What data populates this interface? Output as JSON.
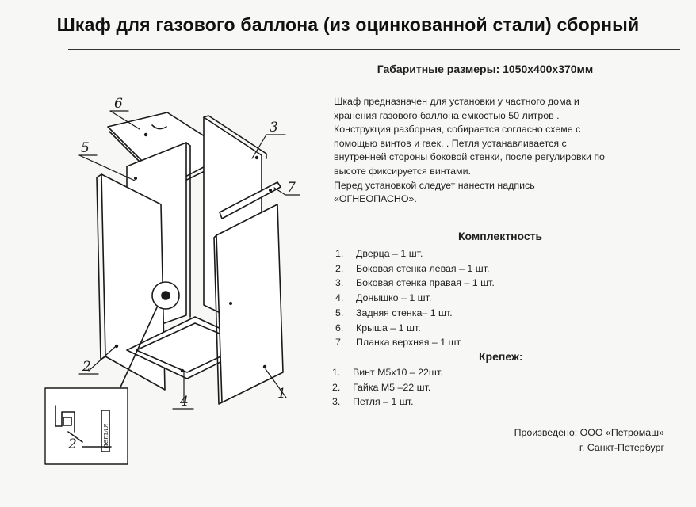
{
  "title": "Шкаф для газового баллона (из оцинкованной стали) сборный",
  "dimensions": "Габаритные размеры: 1050х400х370мм",
  "description_lines": [
    "Шкаф предназначен для установки у частного дома и",
    "хранения  газового баллона емкостью 50 литров .",
    "Конструкция разборная, собирается согласно схеме с",
    "помощью винтов и гаек. . Петля устанавливается с",
    "внутренней стороны боковой стенки, после регулировки по",
    "высоте фиксируется винтами.",
    "Перед  установкой следует нанести надпись",
    "«ОГНЕОПАСНО»."
  ],
  "kit": {
    "title": "Комплектность",
    "items": [
      {
        "num": "1.",
        "text": "Дверца – 1 шт."
      },
      {
        "num": "2.",
        "text": "Боковая стенка  левая – 1 шт."
      },
      {
        "num": "3.",
        "text": "Боковая стенка правая – 1 шт."
      },
      {
        "num": "4.",
        "text": "Донышко – 1 шт."
      },
      {
        "num": "5.",
        "text": "Задняя стенка– 1 шт."
      },
      {
        "num": "6.",
        "text": "Крыша – 1 шт."
      },
      {
        "num": "7.",
        "text": "Планка верхняя – 1 шт."
      }
    ]
  },
  "fasteners": {
    "title": "Крепеж:",
    "items": [
      {
        "num": "1.",
        "text": "Винт М5х10 – 22шт."
      },
      {
        "num": "2.",
        "text": "Гайка М5 –22 шт."
      },
      {
        "num": "3.",
        "text": "Петля – 1 шт."
      }
    ]
  },
  "producer": {
    "line1": "Произведено: ООО «Петромаш»",
    "line2": "г. Санкт-Петербург"
  },
  "drawing": {
    "callouts": [
      "1",
      "2",
      "3",
      "4",
      "5",
      "6",
      "7"
    ],
    "inset_callout": "2",
    "inset_label": "петля",
    "ink_color": "#1a1a1a"
  }
}
